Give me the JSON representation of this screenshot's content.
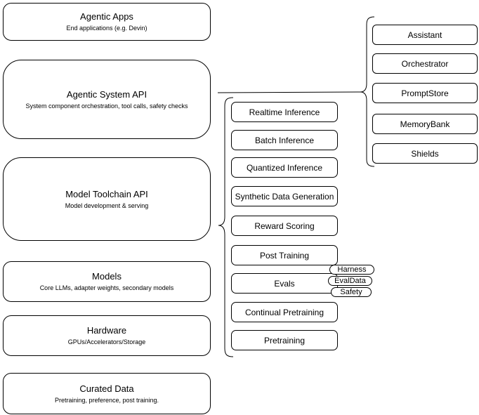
{
  "diagram": {
    "colors": {
      "background": "#ffffff",
      "node_fill": "#ffffff",
      "stroke": "#000000",
      "text": "#000000"
    },
    "left_column": {
      "items": [
        {
          "title": "Agentic Apps",
          "subtitle": "End applications (e.g. Devin)"
        },
        {
          "title": "Agentic System API",
          "subtitle": "System component orchestration, tool calls, safety checks"
        },
        {
          "title": "Model Toolchain API",
          "subtitle": "Model development & serving"
        },
        {
          "title": "Models",
          "subtitle": "Core LLMs, adapter weights, secondary models"
        },
        {
          "title": "Hardware",
          "subtitle": "GPUs/Accelerators/Storage"
        },
        {
          "title": "Curated Data",
          "subtitle": "Pretraining, preference, post training."
        }
      ]
    },
    "middle_column": {
      "items": [
        {
          "label": "Realtime Inference"
        },
        {
          "label": "Batch Inference"
        },
        {
          "label": "Quantized Inference"
        },
        {
          "label": "Synthetic Data Generation"
        },
        {
          "label": "Reward Scoring"
        },
        {
          "label": "Post Training"
        },
        {
          "label": "Evals",
          "tags": [
            "Harness",
            "EvalData",
            "Safety"
          ]
        },
        {
          "label": "Continual Pretraining"
        },
        {
          "label": "Pretraining"
        }
      ]
    },
    "right_column": {
      "items": [
        {
          "label": "Assistant"
        },
        {
          "label": "Orchestrator"
        },
        {
          "label": "PromptStore"
        },
        {
          "label": "MemoryBank"
        },
        {
          "label": "Shields"
        }
      ]
    }
  }
}
